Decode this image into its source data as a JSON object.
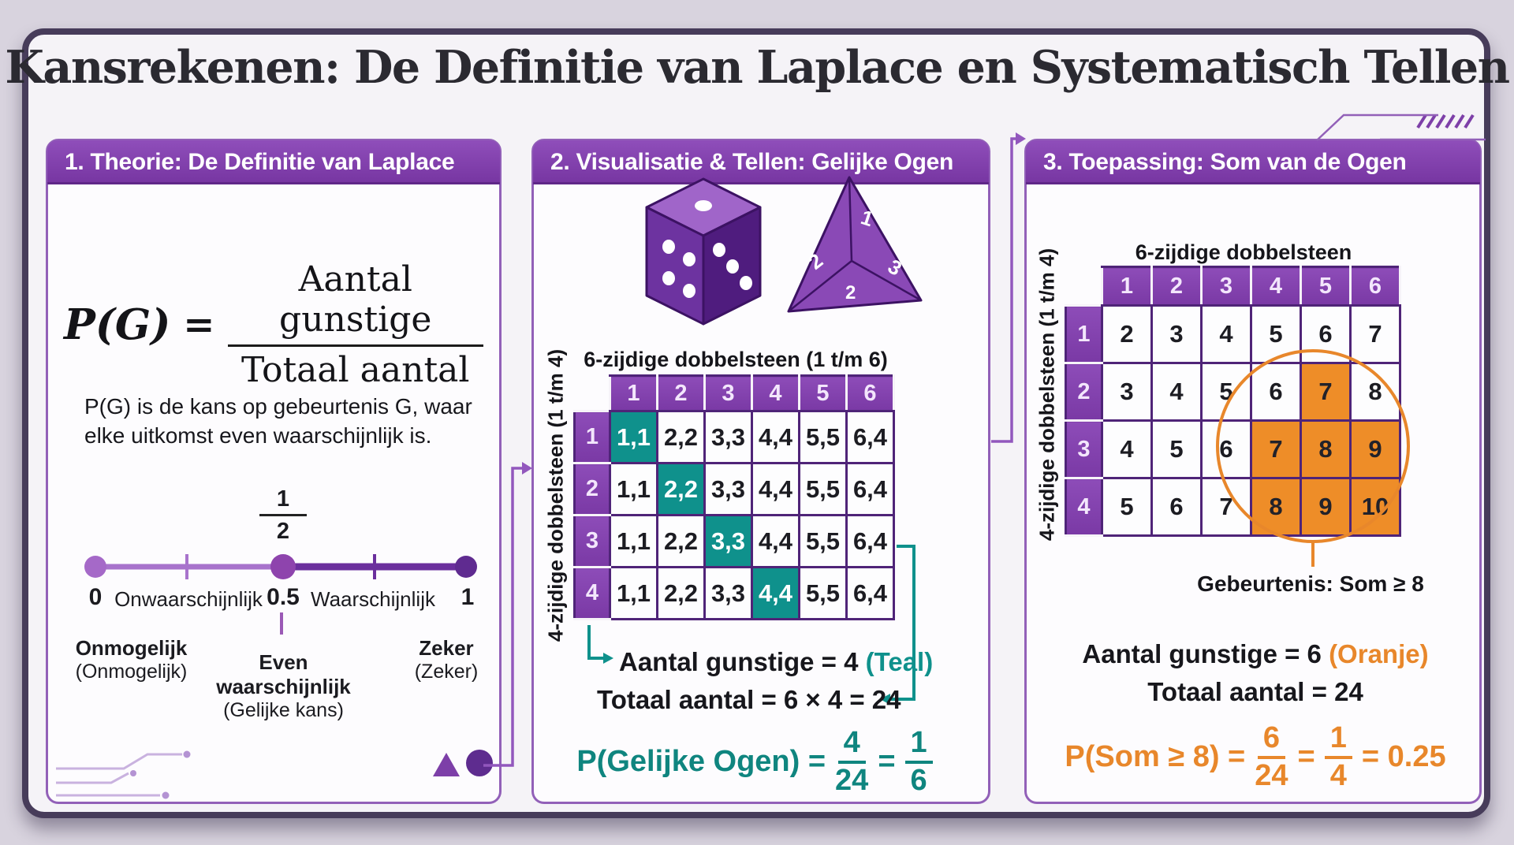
{
  "title": "Kansrekenen: De Definitie van Laplace en Systematisch Tellen",
  "colors": {
    "purple": "#7d3fa8",
    "teal": "#0f918c",
    "orange": "#ee8d28"
  },
  "panel1": {
    "header": "1. Theorie: De Definitie van Laplace",
    "formula": {
      "lhs": "P(G)",
      "eq": "=",
      "numerator": "Aantal gunstige",
      "denominator": "Totaal aantal"
    },
    "description1": "P(G) is de kans op gebeurtenis G, waar",
    "description2": "elke uitkomst even waarschijnlijk is.",
    "half": {
      "num": "1",
      "den": "2"
    },
    "ticks": {
      "zero": "0",
      "unlikely": "Onwaarschijnlijk",
      "half": "0.5",
      "likely": "Waarschijnlijk",
      "one": "1"
    },
    "legend": {
      "impossible": "Onmogelijk",
      "impossible_sub": "(Onmogelijk)",
      "even": "Even waarschijnlijk",
      "even_sub": "(Gelijke kans)",
      "certain": "Zeker",
      "certain_sub": "(Zeker)"
    }
  },
  "panel2": {
    "header": "2. Visualisatie & Tellen: Gelijke Ogen",
    "dice": {
      "d4_face1": "1",
      "d4_face2": "2",
      "d4_face3": "3",
      "d4_face4": "2"
    },
    "table_title": "6-zijdige dobbelsteen (1 t/m 6)",
    "side_label": "4-zijdige dobbelsteen (1 t/m 4)",
    "cols": [
      "1",
      "2",
      "3",
      "4",
      "5",
      "6"
    ],
    "rows_h": [
      "1",
      "2",
      "3",
      "4"
    ],
    "cells": [
      [
        "1,1",
        "2,2",
        "3,3",
        "4,4",
        "5,5",
        "6,4"
      ],
      [
        "1,1",
        "2,2",
        "3,3",
        "4,4",
        "5,5",
        "6,4"
      ],
      [
        "1,1",
        "2,2",
        "3,3",
        "4,4",
        "5,5",
        "6,4"
      ],
      [
        "1,1",
        "2,2",
        "3,3",
        "4,4",
        "5,5",
        "6,4"
      ]
    ],
    "line1": "Aantal gunstige = 4 ",
    "line1_accent": "(Teal)",
    "line2": "Totaal aantal = 6 × 4 = 24",
    "result_label": "P(Gelijke Ogen) =",
    "frac1": {
      "num": "4",
      "den": "24"
    },
    "eq": "=",
    "frac2": {
      "num": "1",
      "den": "6"
    }
  },
  "panel3": {
    "header": "3. Toepassing: Som van de Ogen",
    "table_title": "6-zijdige dobbelsteen",
    "side_label": "4-zijdige dobbelsteen (1 t/m 4)",
    "cols": [
      "1",
      "2",
      "3",
      "4",
      "5",
      "6"
    ],
    "rows_h": [
      "1",
      "2",
      "3",
      "4"
    ],
    "cells": [
      [
        "2",
        "3",
        "4",
        "5",
        "6",
        "7"
      ],
      [
        "3",
        "4",
        "5",
        "6",
        "7",
        "8"
      ],
      [
        "4",
        "5",
        "6",
        "7",
        "8",
        "9"
      ],
      [
        "5",
        "6",
        "7",
        "8",
        "9",
        "10"
      ]
    ],
    "event_label": "Gebeurtenis: Som ≥ 8",
    "line1": "Aantal gunstige = 6 ",
    "line1_accent": "(Oranje)",
    "line2": "Totaal aantal = 24",
    "result_label": "P(Som ≥ 8) =",
    "frac1": {
      "num": "6",
      "den": "24"
    },
    "eq": "=",
    "frac2": {
      "num": "1",
      "den": "4"
    },
    "result_tail": "= 0.25"
  }
}
